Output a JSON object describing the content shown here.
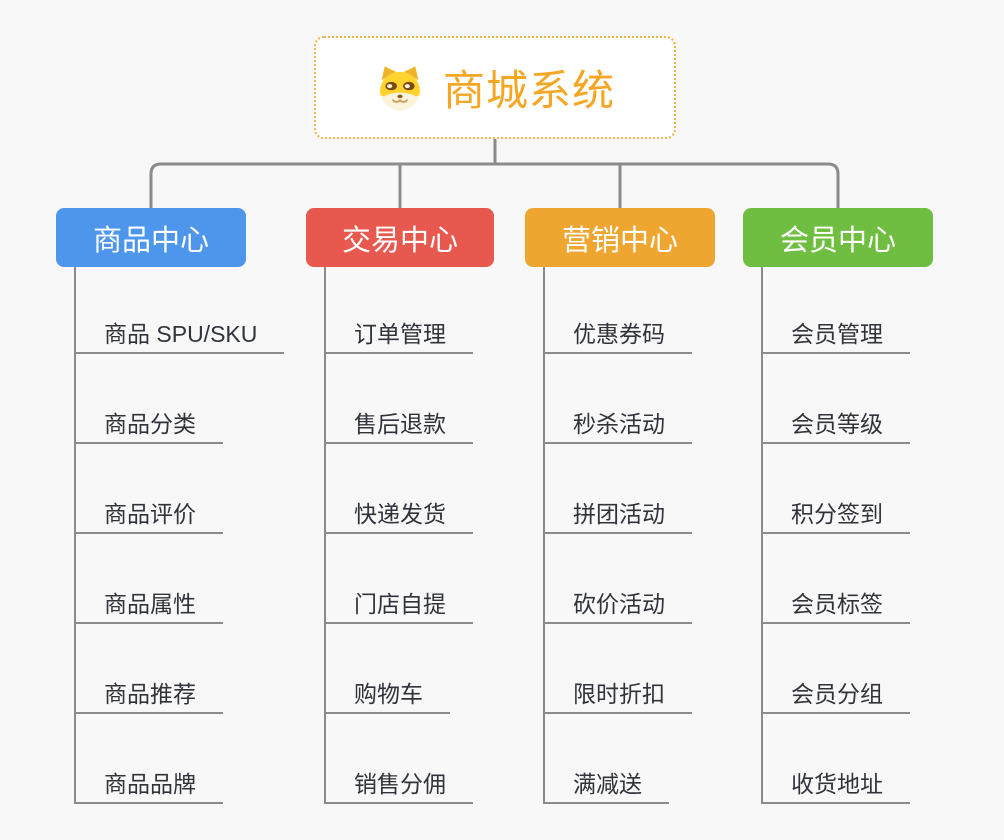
{
  "page": {
    "background": "#f8f8f8",
    "connector_color": "#8b8b8b"
  },
  "root": {
    "label": "商城系统",
    "text_color": "#f5a623",
    "border_color": "#f2b24a",
    "icon": "doge-face-icon"
  },
  "branches": [
    {
      "label": "商品中心",
      "color": "#4e95ec",
      "children": [
        "商品 SPU/SKU",
        "商品分类",
        "商品评价",
        "商品属性",
        "商品推荐",
        "商品品牌"
      ]
    },
    {
      "label": "交易中心",
      "color": "#e7594f",
      "children": [
        "订单管理",
        "售后退款",
        "快递发货",
        "门店自提",
        "购物车",
        "销售分佣"
      ]
    },
    {
      "label": "营销中心",
      "color": "#efa630",
      "children": [
        "优惠券码",
        "秒杀活动",
        "拼团活动",
        "砍价活动",
        "限时折扣",
        "满减送"
      ]
    },
    {
      "label": "会员中心",
      "color": "#70be41",
      "children": [
        "会员管理",
        "会员等级",
        "积分签到",
        "会员标签",
        "会员分组",
        "收货地址"
      ]
    }
  ]
}
